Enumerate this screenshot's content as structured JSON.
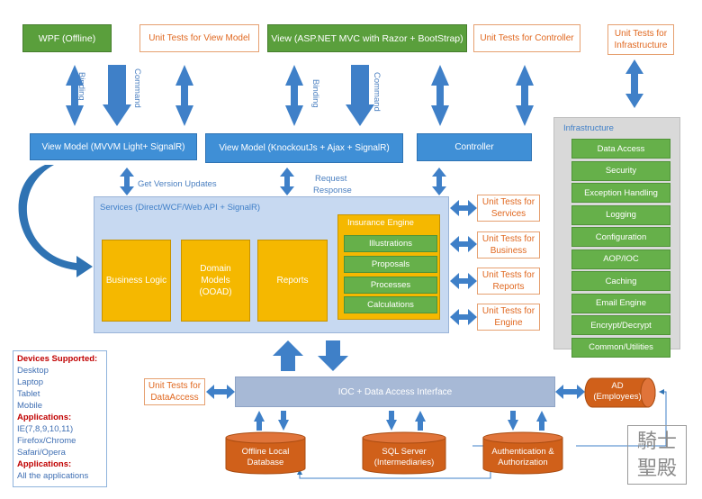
{
  "top": {
    "wpf": "WPF (Offline)",
    "ut_view_model": "Unit Tests for View Model",
    "view_mvc": "View (ASP.NET MVC with Razor + BootStrap)",
    "ut_controller": "Unit Tests for Controller",
    "ut_infrastructure": "Unit Tests for Infrastructure"
  },
  "arrow_labels": {
    "binding1": "Binding",
    "command1": "Command",
    "binding2": "Binding",
    "command2": "Command",
    "get_version": "Get Version Updates",
    "request": "Request",
    "response": "Response"
  },
  "middle": {
    "vm_mvvm": "View Model (MVVM Light+ SignalR)",
    "vm_knockout": "View Model (KnockoutJs + Ajax + SignalR)",
    "controller": "Controller"
  },
  "services": {
    "title": "Services (Direct/WCF/Web API  +  SignalR)",
    "business_logic": "Business Logic",
    "domain_models": "Domain Models (OOAD)",
    "reports": "Reports",
    "insurance_engine": {
      "title": "Insurance Engine",
      "items": [
        "Illustrations",
        "Proposals",
        "Processes",
        "Calculations"
      ]
    }
  },
  "unit_tests_right": [
    "Unit Tests for Services",
    "Unit Tests for Business",
    "Unit Tests for Reports",
    "Unit Tests for Engine"
  ],
  "infrastructure": {
    "title": "Infrastructure",
    "items": [
      "Data Access",
      "Security",
      "Exception Handling",
      "Logging",
      "Configuration",
      "AOP/IOC",
      "Caching",
      "Email Engine",
      "Encrypt/Decrypt",
      "Common/Utilities"
    ]
  },
  "devices": {
    "h1": "Devices Supported:",
    "devices": [
      "Desktop",
      "Laptop",
      "Tablet",
      "Mobile"
    ],
    "h2": "Applications:",
    "browsers": [
      "IE(7,8,9,10,11)",
      "Firefox/Chrome",
      "Safari/Opera"
    ],
    "h3": "Applications:",
    "apps": [
      "All the applications"
    ]
  },
  "bottom": {
    "ut_dataaccess": "Unit Tests for DataAccess",
    "ioc": "IOC + Data Access Interface",
    "ad": "AD (Employees)",
    "offline_db": "Offline Local Database",
    "sql_server": "SQL Server (Intermediaries)",
    "auth": "Authentication & Authorization"
  },
  "watermark": "騎士聖殿",
  "colors": {
    "green": "#5a9f3c",
    "blue": "#3f8fd6",
    "gold": "#f5b800",
    "orange": "#e06820",
    "cylinder": "#d0601a",
    "services_bg": "#c7d9f1",
    "ioc_bg": "#a7b9d6",
    "infra_bg": "#d9d9d9"
  }
}
